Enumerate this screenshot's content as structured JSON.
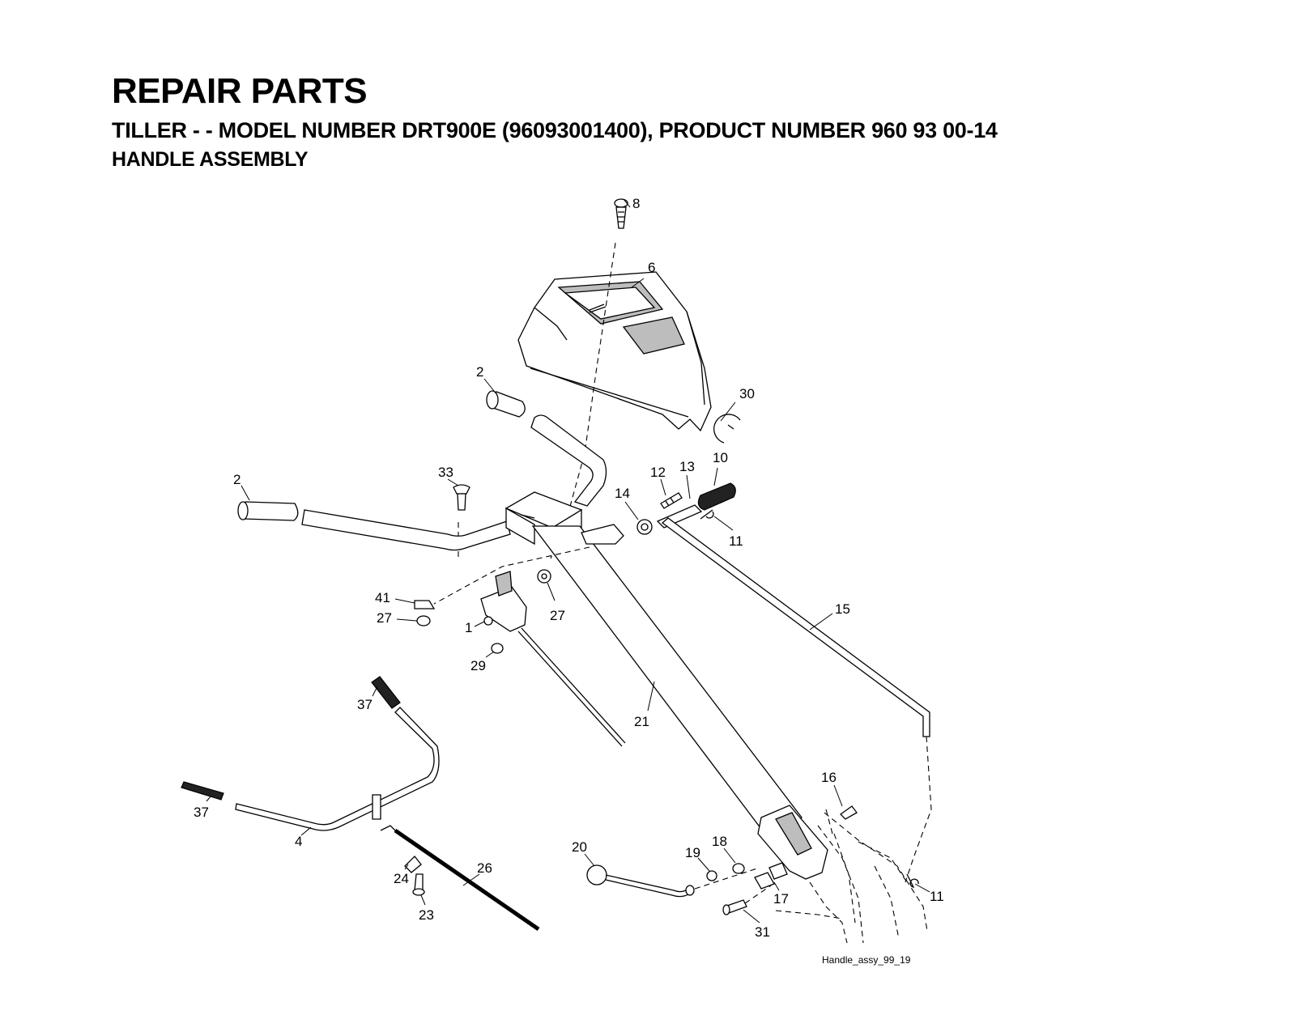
{
  "header": {
    "title": "REPAIR PARTS",
    "subtitle": "TILLER - - MODEL NUMBER DRT900E (96093001400), PRODUCT NUMBER 960 93 00-14",
    "section": "HANDLE ASSEMBLY"
  },
  "diagram": {
    "caption": "Handle_assy_99_19",
    "callouts": [
      "8",
      "6",
      "2",
      "30",
      "2",
      "33",
      "12",
      "13",
      "10",
      "14",
      "11",
      "41",
      "27",
      "27",
      "1",
      "29",
      "15",
      "21",
      "37",
      "37",
      "4",
      "16",
      "20",
      "19",
      "18",
      "17",
      "11",
      "24",
      "26",
      "23",
      "31"
    ]
  }
}
